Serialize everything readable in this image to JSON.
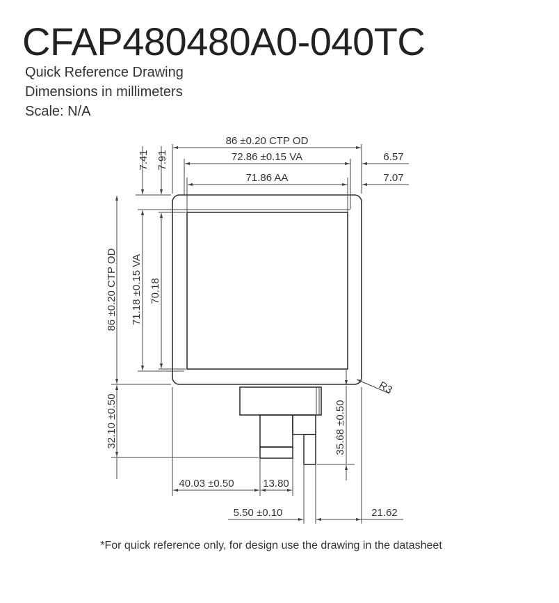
{
  "header": {
    "part_number": "CFAP480480A0-040TC",
    "line1": "Quick Reference Drawing",
    "line2": "Dimensions in millimeters",
    "line3": "Scale: N/A"
  },
  "dimensions": {
    "ctp_od_width": "86 ±0.20 CTP OD",
    "va_width": "72.86 ±0.15 VA",
    "aa_width": "71.86 AA",
    "right_va_offset": "6.57",
    "right_aa_offset": "7.07",
    "top_va_offset": "7.41",
    "top_aa_offset": "7.91",
    "ctp_od_height": "86 ±0.20 CTP OD",
    "va_height": "71.18 ±0.15 VA",
    "aa_height": "70.18",
    "corner_radius": "R3",
    "tail_length_left": "32.10 ±0.50",
    "tail_length_right": "35.68 ±0.50",
    "tail_offset_left": "40.03 ±0.50",
    "tail_width": "13.80",
    "connector_width": "5.50 ±0.10",
    "connector_offset_right": "21.62"
  },
  "footnote": "*For quick reference only, for design use the drawing in the datasheet"
}
